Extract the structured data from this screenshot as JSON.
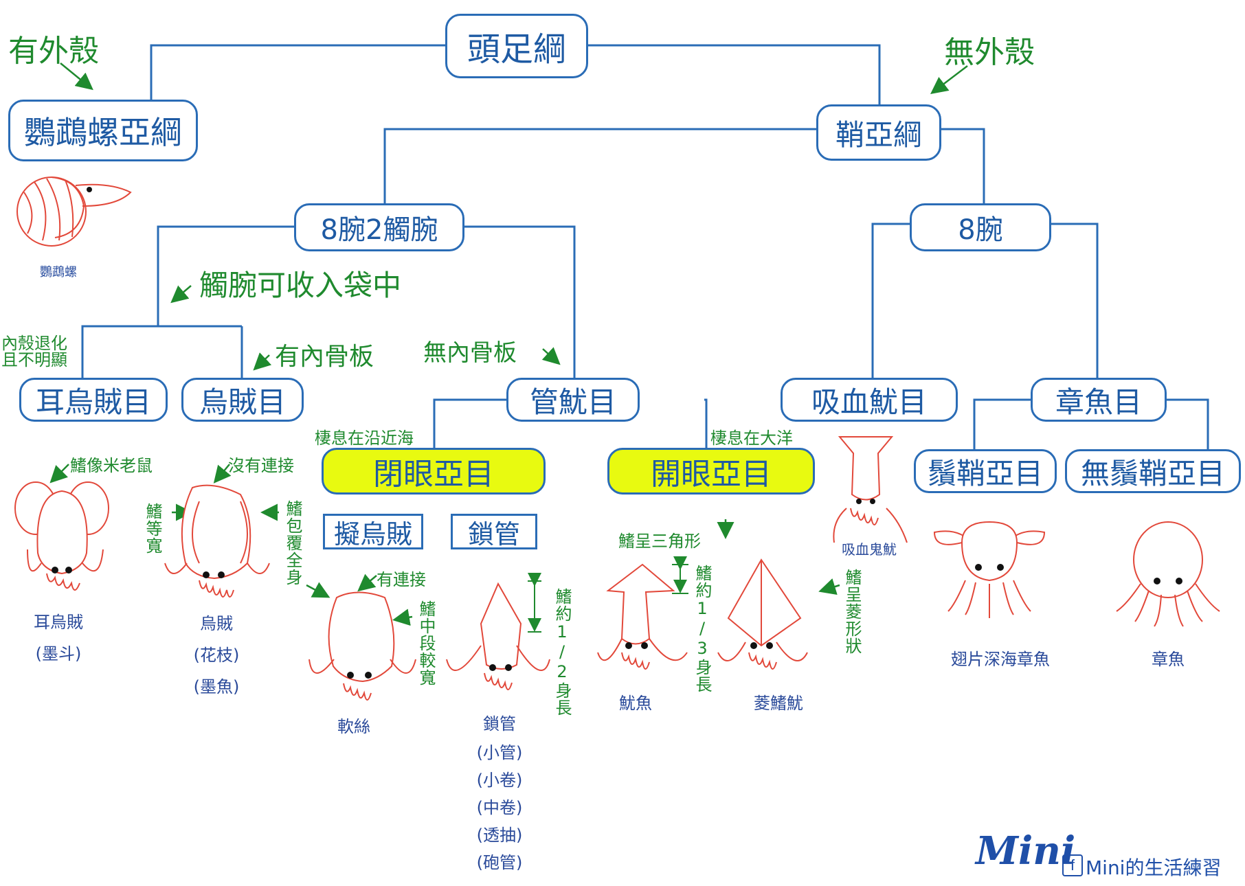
{
  "nodes": {
    "root": "頭足綱",
    "nautiloidea": "鸚鵡螺亞綱",
    "coleoidea": "鞘亞綱",
    "decapodiformes": "8腕2觸腕",
    "octopodiformes": "8腕",
    "sepiolida": "耳烏賊目",
    "sepiida": "烏賊目",
    "teuthida": "管魷目",
    "vampyromorphida": "吸血魷目",
    "octopoda": "章魚目",
    "myopsida": "閉眼亞目",
    "oegopsida": "開眼亞目",
    "cirrata": "鬚鞘亞目",
    "incirrata": "無鬚鞘亞目",
    "sepioteuthis": "擬烏賊",
    "loliginidae": "鎖管"
  },
  "notes": {
    "with_shell": "有外殼",
    "without_shell": "無外殼",
    "tentacle_pouch": "觸腕可收入袋中",
    "shell_reduced_1": "內殼退化",
    "shell_reduced_2": "且不明顯",
    "has_bone": "有內骨板",
    "no_bone": "無內骨板",
    "coastal": "棲息在沿近海",
    "ocean": "棲息在大洋",
    "fin_mouse": "鰭像米老鼠",
    "not_connected": "沒有連接",
    "fin_equal": "鰭等寬",
    "fin_cover": "鰭包覆全身",
    "connected": "有連接",
    "fin_mid_wide": "鰭中段較寬",
    "fin_half": "鰭約1/2身長",
    "fin_triangle": "鰭呈三角形",
    "fin_third": "鰭約1/3身長",
    "fin_diamond": "鰭呈菱形狀"
  },
  "animals": {
    "nautilus": "鸚鵡螺",
    "bobtail": "耳烏賊",
    "bobtail_alt": "(墨斗)",
    "cuttlefish": "烏賊",
    "cuttlefish_alt1": "(花枝)",
    "cuttlefish_alt2": "(墨魚)",
    "bigfin": "軟絲",
    "loligo": "鎖管",
    "loligo_alt1": "(小管)",
    "loligo_alt2": "(小卷)",
    "loligo_alt3": "(中卷)",
    "loligo_alt4": "(透抽)",
    "loligo_alt5": "(砲管)",
    "flying_squid": "魷魚",
    "diamond_squid": "菱鰭魷",
    "vampire_squid": "吸血鬼魷",
    "dumbo": "翅片深海章魚",
    "octopus": "章魚"
  },
  "signature": {
    "logo": "Mini",
    "fb_icon": "f",
    "page": "Mini的生活練習"
  },
  "colors": {
    "line": "#2a6cb6",
    "highlight": "#e8fa10",
    "note": "#1f8a2e",
    "drawing": "#e2483a"
  }
}
